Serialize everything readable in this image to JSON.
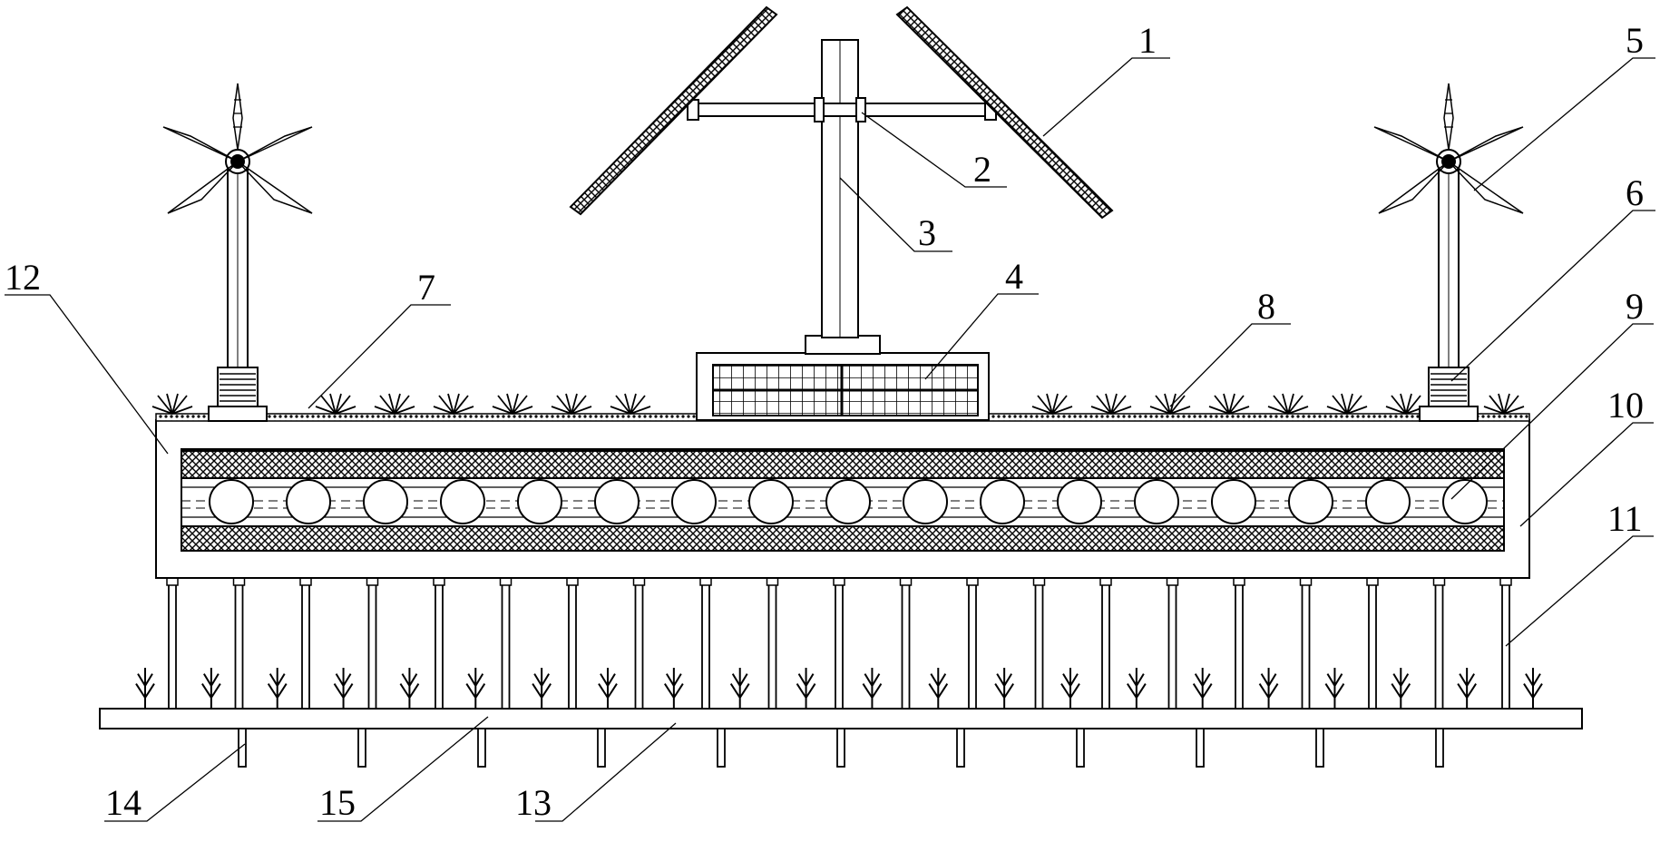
{
  "diagram": {
    "callouts": [
      {
        "id": "1",
        "label": "1"
      },
      {
        "id": "2",
        "label": "2"
      },
      {
        "id": "3",
        "label": "3"
      },
      {
        "id": "4",
        "label": "4"
      },
      {
        "id": "5",
        "label": "5"
      },
      {
        "id": "6",
        "label": "6"
      },
      {
        "id": "7",
        "label": "7"
      },
      {
        "id": "8",
        "label": "8"
      },
      {
        "id": "9",
        "label": "9"
      },
      {
        "id": "10",
        "label": "10"
      },
      {
        "id": "11",
        "label": "11"
      },
      {
        "id": "12",
        "label": "12"
      },
      {
        "id": "13",
        "label": "13"
      },
      {
        "id": "14",
        "label": "14"
      },
      {
        "id": "15",
        "label": "15"
      }
    ],
    "roller_count": 17,
    "support_post_count": 21,
    "anchor_pile_count": 11,
    "ground_plant_count": 22,
    "top_plant_count": 15
  }
}
